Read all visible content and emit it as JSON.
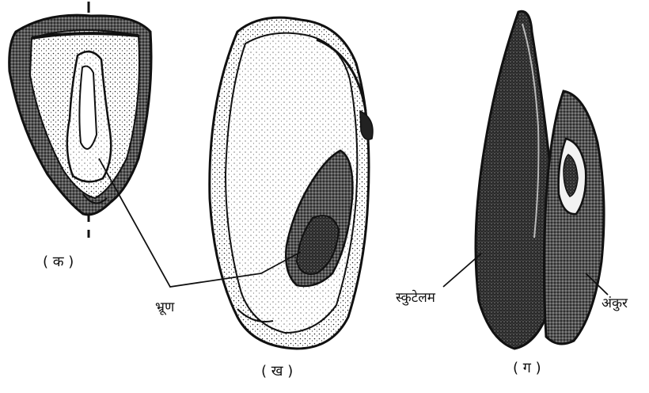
{
  "figure": {
    "panels": [
      {
        "id": "a",
        "caption": "( क )"
      },
      {
        "id": "b",
        "caption": "( ख )"
      },
      {
        "id": "c",
        "caption": "( ग )"
      }
    ],
    "labels": {
      "embryo": "भ्रूण",
      "scutellum": "स्कुटेलम",
      "plumule": "अंकुर"
    }
  }
}
